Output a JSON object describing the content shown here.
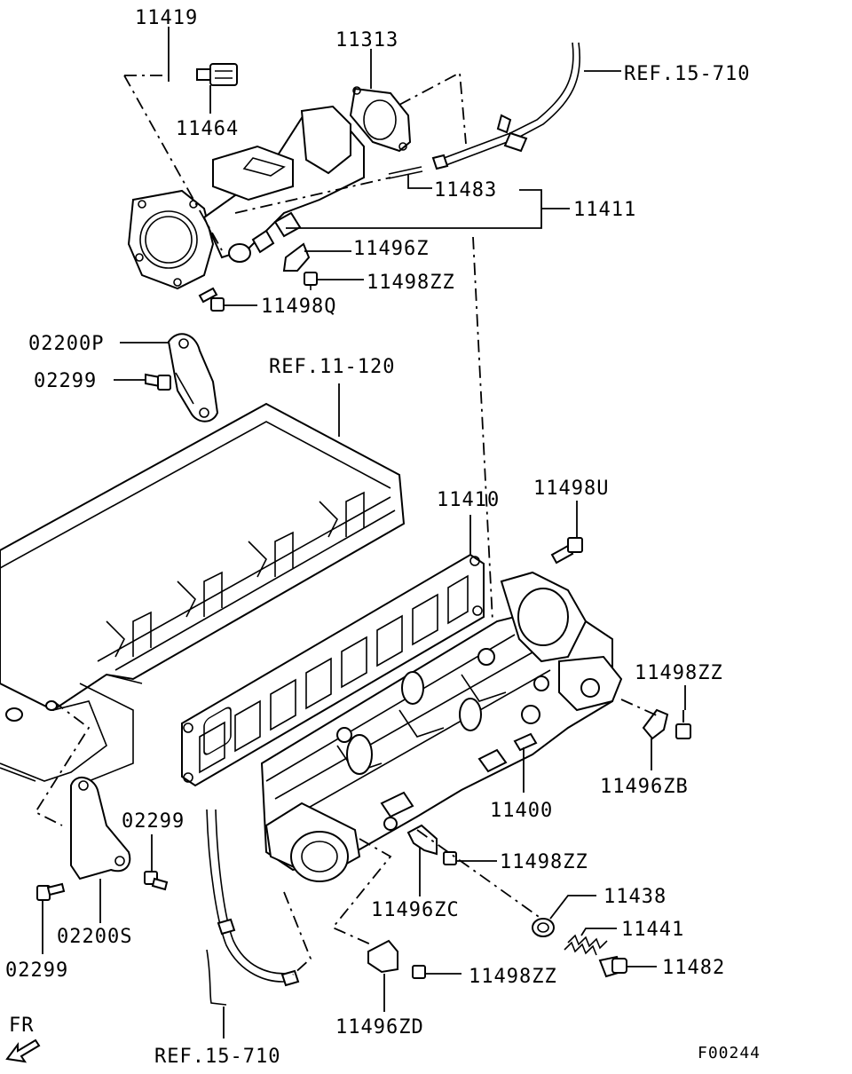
{
  "parts": {
    "p11419": "11419",
    "p11464": "11464",
    "p11313": "11313",
    "ref_15_710_top": "REF.15-710",
    "p11483": "11483",
    "p11411": "11411",
    "p11496Z": "11496Z",
    "p11498ZZ_a": "11498ZZ",
    "p11498Q": "11498Q",
    "p02200P": "02200P",
    "p02299_a": "02299",
    "ref_11_120": "REF.11-120",
    "p11410": "11410",
    "p11498U": "11498U",
    "p11498ZZ_b": "11498ZZ",
    "p11496ZB": "11496ZB",
    "p11400": "11400",
    "p02299_b": "02299",
    "p11498ZZ_c": "11498ZZ",
    "p11496ZC": "11496ZC",
    "p11438": "11438",
    "p11441": "11441",
    "p02200S": "02200S",
    "p02299_c": "02299",
    "p11482": "11482",
    "p11498ZZ_d": "11498ZZ",
    "p11496ZD": "11496ZD",
    "ref_15_710_bottom": "REF.15-710"
  },
  "direction_label": "FR",
  "figure_code": "F00244"
}
